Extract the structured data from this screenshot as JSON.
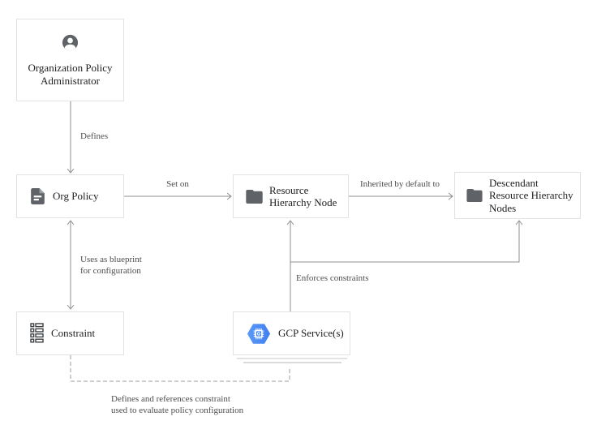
{
  "nodes": {
    "admin": {
      "line1": "Organization Policy",
      "line2": "Administrator",
      "icon": "person-icon"
    },
    "org_policy": {
      "label": "Org Policy",
      "icon": "document-icon"
    },
    "resource_node": {
      "line1": "Resource",
      "line2": "Hierarchy Node",
      "icon": "folder-icon"
    },
    "descendant": {
      "line1": "Descendant",
      "line2": "Resource Hierarchy",
      "line3": "Nodes",
      "icon": "folder-icon"
    },
    "constraint": {
      "label": "Constraint",
      "icon": "list-icon"
    },
    "gcp": {
      "label": "GCP Service(s)",
      "icon": "gcp-hexagon-chip-icon"
    }
  },
  "edges": {
    "defines": "Defines",
    "set_on": "Set on",
    "inherited": "Inherited by default to",
    "blueprint_line1": "Uses as blueprint",
    "blueprint_line2": "for configuration",
    "enforces": "Enforces constraints",
    "references_line1": "Defines and references constraint",
    "references_line2": "used to evaluate policy configuration"
  },
  "colors": {
    "gcp_blue": "#4285f4",
    "gcp_blue_light": "#5b9bf8",
    "icon_gray": "#5f6368",
    "line_gray": "#8f8f8f",
    "box_border": "#e2e2e2",
    "label_gray": "#4d4d4d",
    "text_dark": "#1f1f1f"
  }
}
